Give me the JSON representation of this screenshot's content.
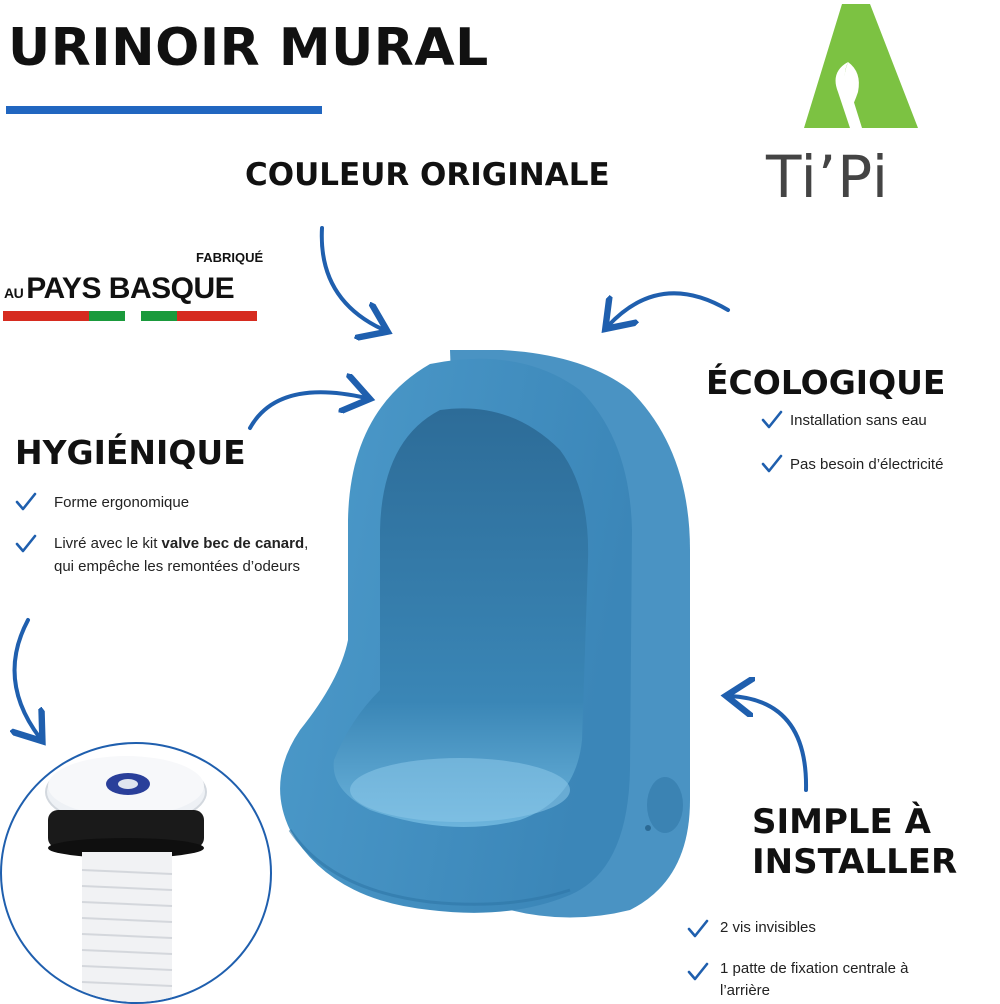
{
  "title": "URINOIR MURAL",
  "brand": {
    "name": "Ti’Pi",
    "logo_icon": "green-drop-tipi-icon"
  },
  "origin_badge": {
    "top_line": "FABRIQUÉ",
    "small": "AU",
    "main": "PAYS BASQUE",
    "colors": [
      "#d62b1f",
      "#1a9a3c"
    ]
  },
  "sections": {
    "couleur": {
      "heading": "COULEUR ORIGINALE"
    },
    "ecologique": {
      "heading": "ÉCOLOGIQUE",
      "items": [
        "Installation sans eau",
        "Pas besoin d’électricité"
      ]
    },
    "hygienique": {
      "heading": "HYGIÉNIQUE",
      "items": [
        "Forme ergonomique",
        {
          "pre": "Livré avec le kit ",
          "bold": "valve bec de canard",
          "post": ", qui empêche les remontées d’odeurs"
        }
      ]
    },
    "simple": {
      "heading_line1": "SIMPLE À",
      "heading_line2": "INSTALLER",
      "items": [
        "2 vis invisibles",
        "1 patte de fixation centrale à l’arrière"
      ]
    }
  },
  "colors": {
    "accent_blue": "#2166c0",
    "check_blue": "#1f5fae",
    "product_blue": "#3f8fc1",
    "logo_green": "#7cc242"
  },
  "icons": [
    "check-icon",
    "curved-arrow-icon",
    "urinal-product-image",
    "duckbill-valve-image"
  ]
}
